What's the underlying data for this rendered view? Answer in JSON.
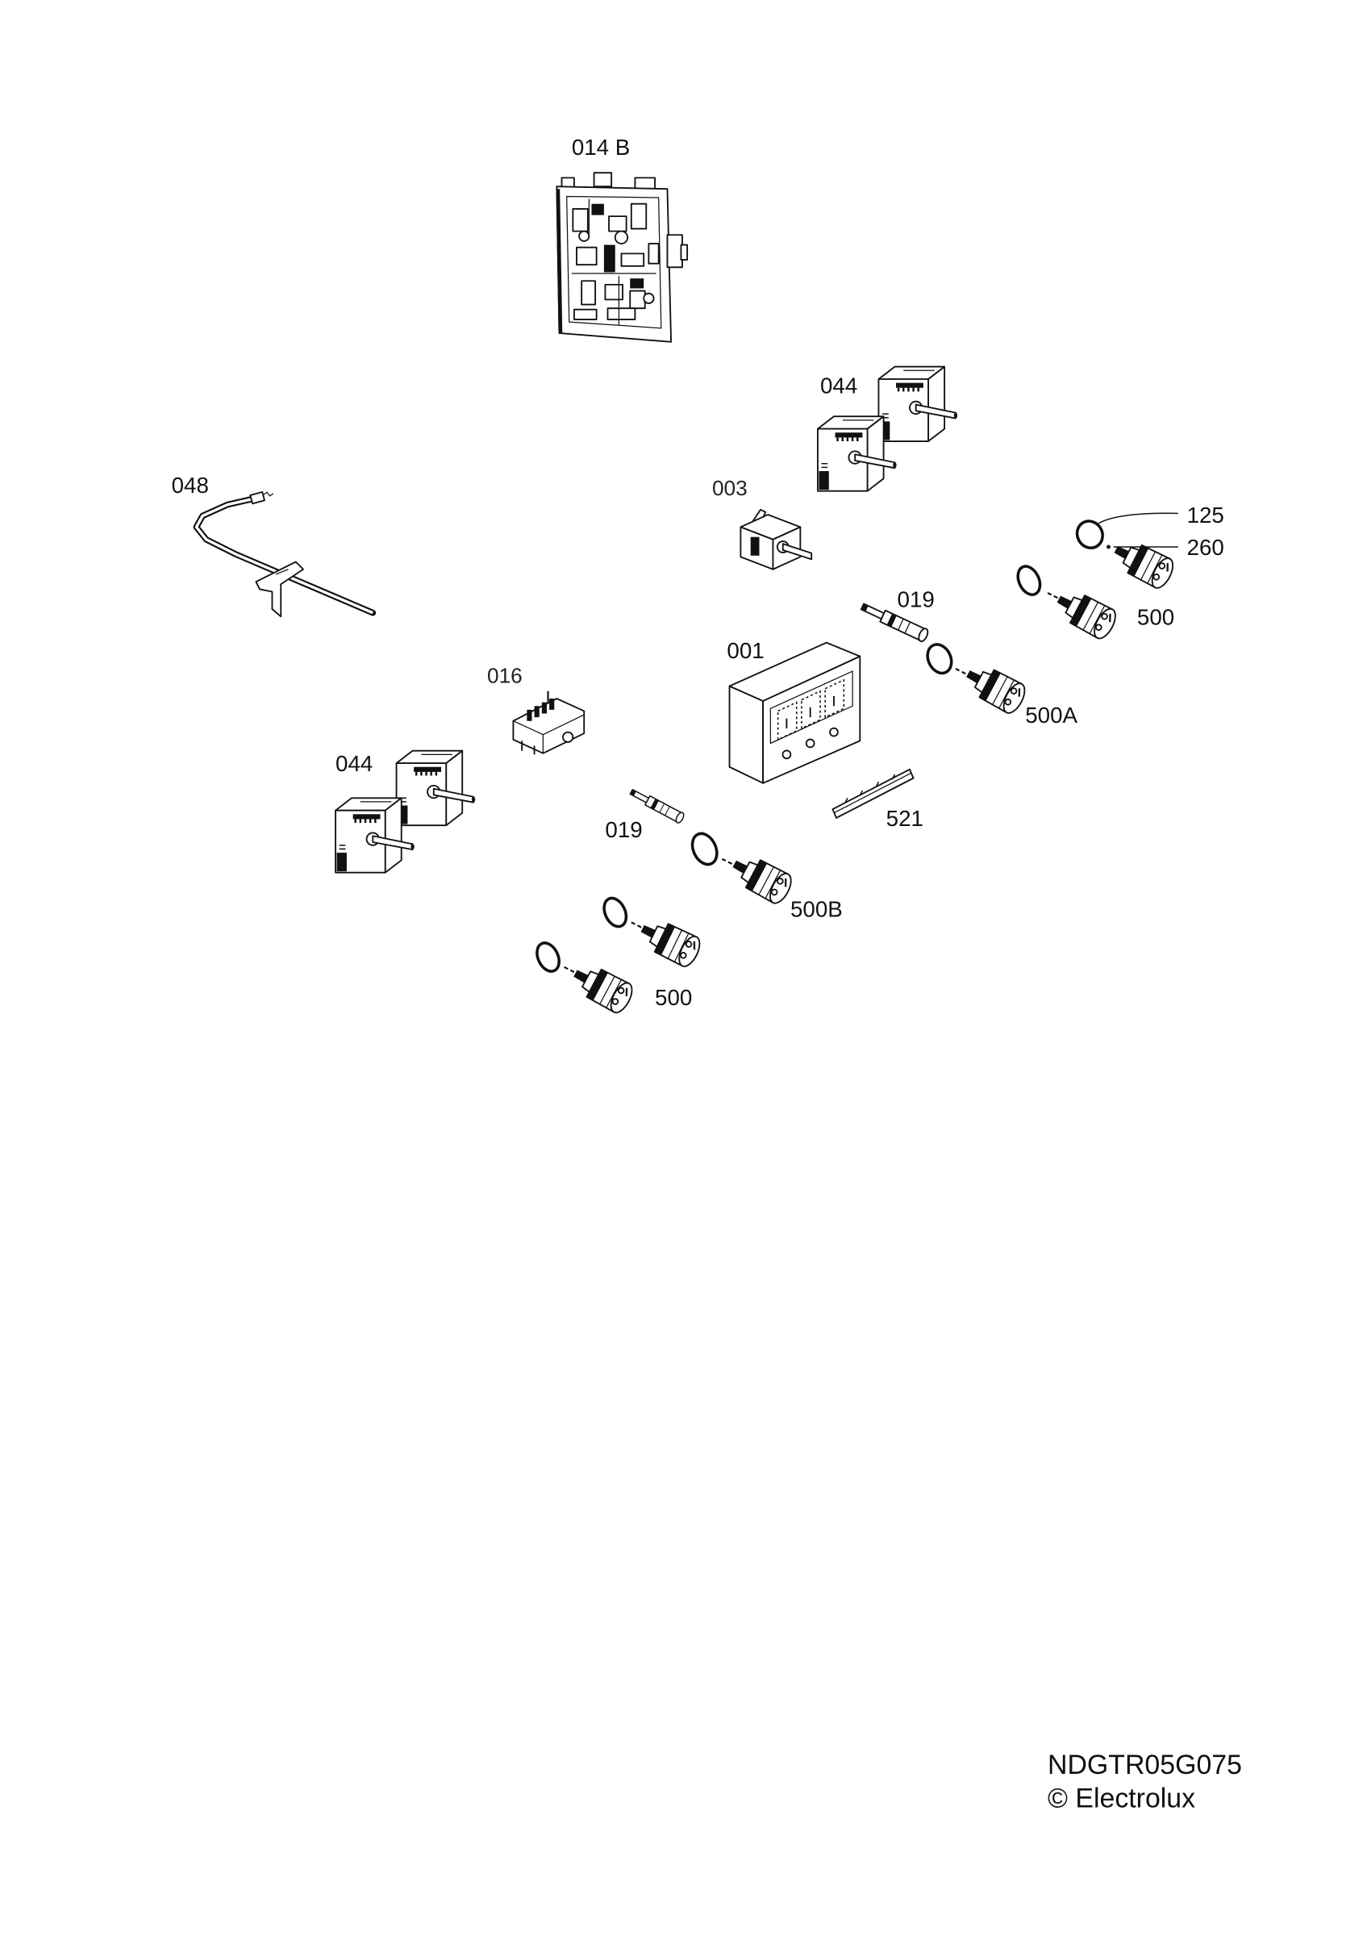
{
  "labels": {
    "p014b": "014 B",
    "p044_upper": "044",
    "p048": "048",
    "p003": "003",
    "p125": "125",
    "p260": "260",
    "p019_upper": "019",
    "p500_upper": "500",
    "p001": "001",
    "p016": "016",
    "p500a": "500A",
    "p044_lower": "044",
    "p521": "521",
    "p019_lower": "019",
    "p500b": "500B",
    "p500_lower": "500"
  },
  "footer": {
    "drawing_code": "NDGTR05G075",
    "copyright": "© Electrolux"
  },
  "colors": {
    "ink": "#111111",
    "paper": "#ffffff"
  }
}
